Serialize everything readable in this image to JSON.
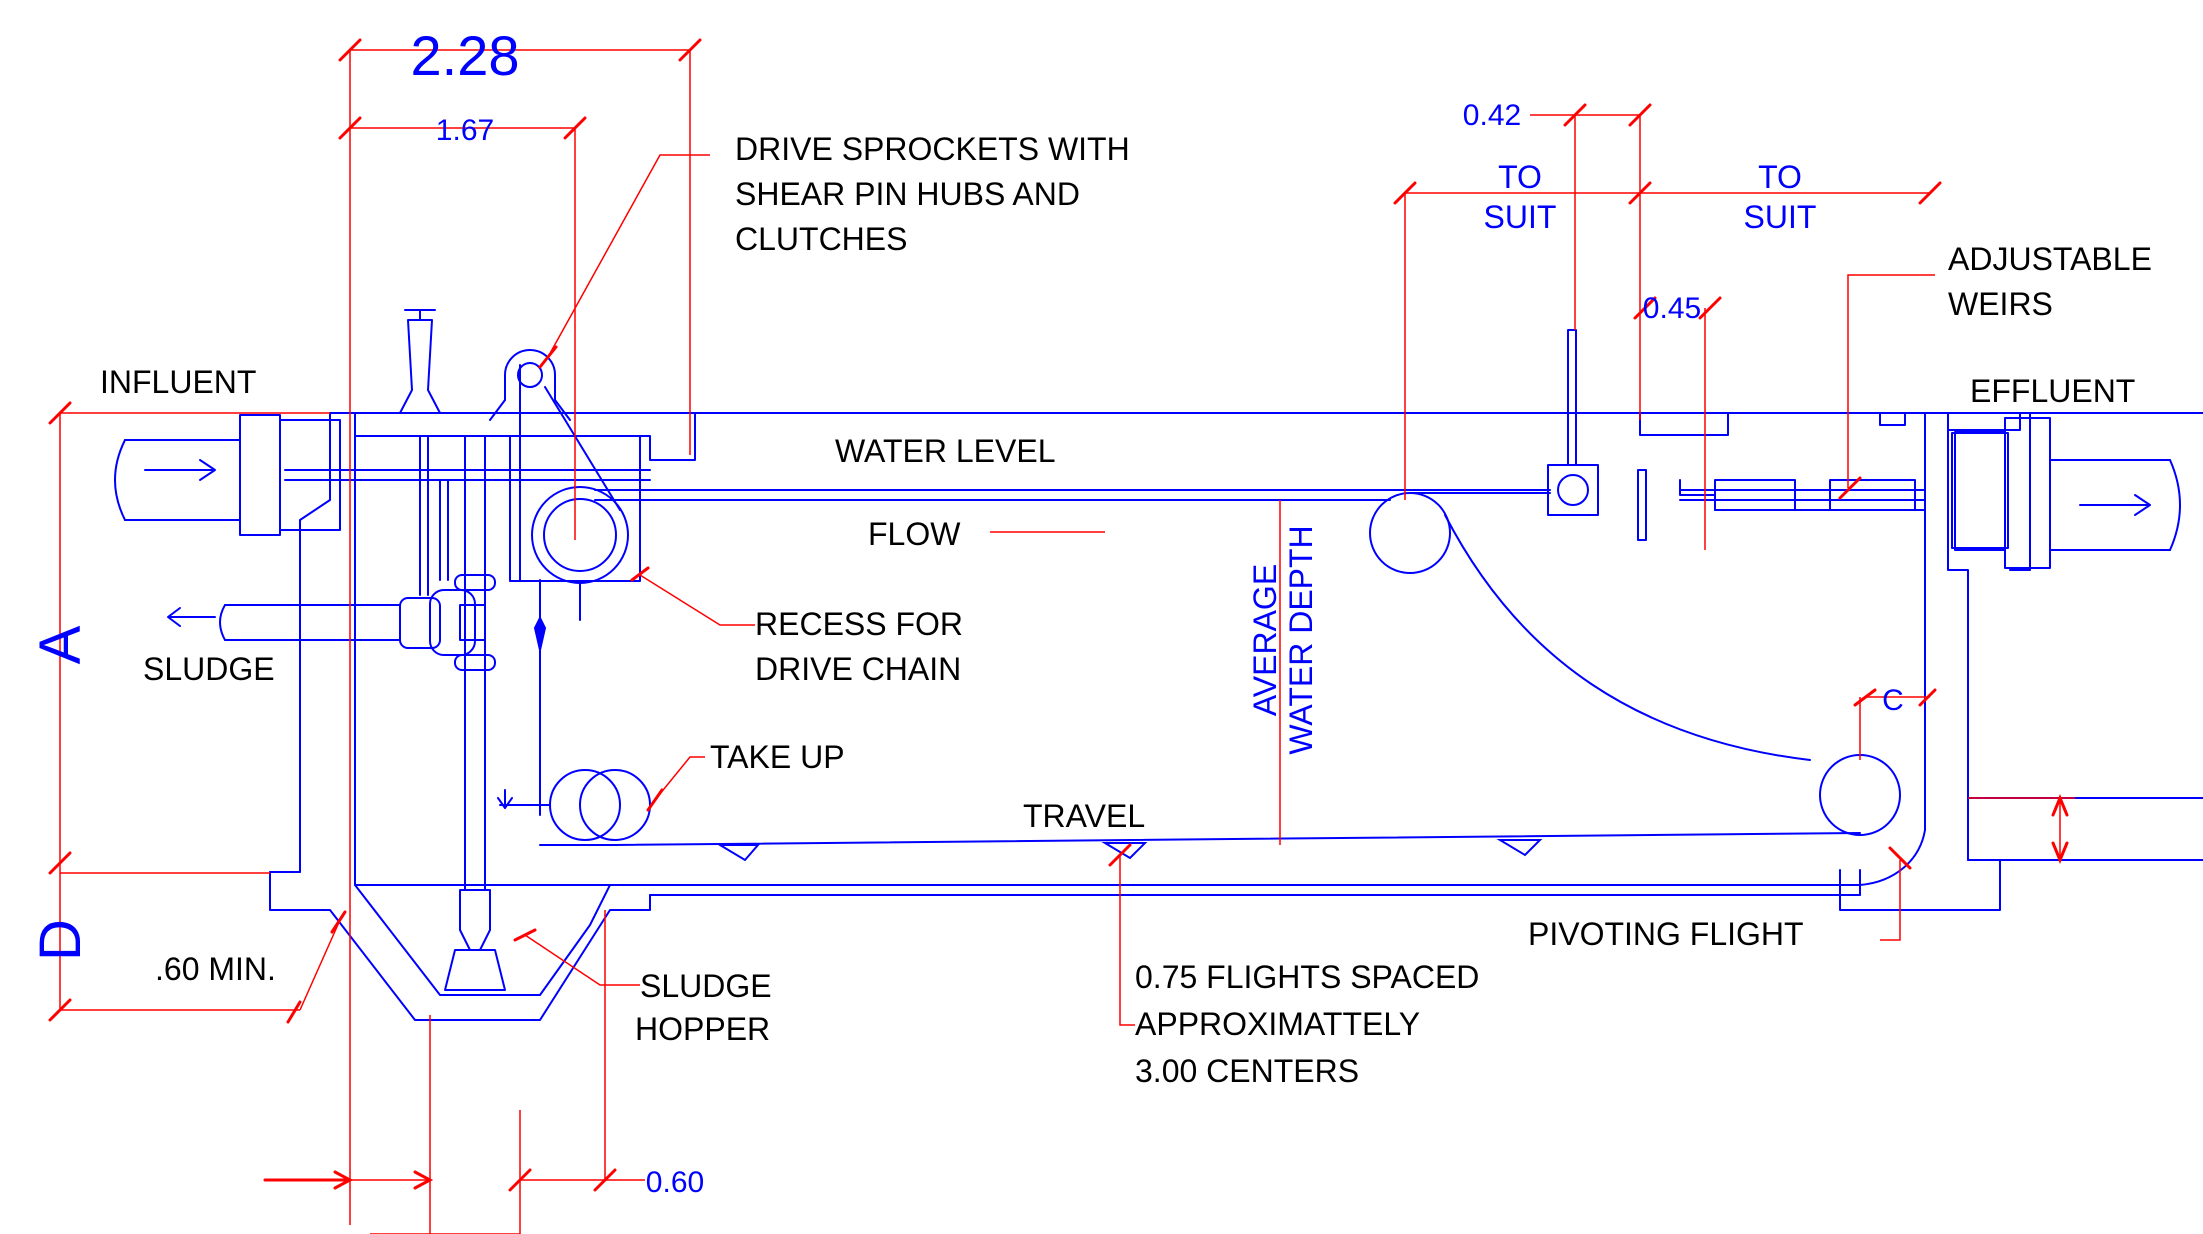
{
  "colors": {
    "structure": "#0000ff",
    "dimension": "#ff0000",
    "label": "#000000",
    "background": "#ffffff"
  },
  "dimensions": {
    "overall_width": "2.28",
    "sprocket_offset": "1.67",
    "weir_gap_top": "0.42",
    "weir_gap_mid": "0.45",
    "to_suit_left_1": "TO",
    "to_suit_left_2": "SUIT",
    "to_suit_right_1": "TO",
    "to_suit_right_2": "SUIT",
    "depth_a": "A",
    "depth_d": "D",
    "hopper_bottom": "0.60",
    "clearance_c": "C",
    "average_depth_1": "AVERAGE",
    "average_depth_2": "WATER DEPTH"
  },
  "labels": {
    "drive_1": "DRIVE SPROCKETS WITH",
    "drive_2": "SHEAR PIN HUBS AND",
    "drive_3": "CLUTCHES",
    "influent": "INFLUENT",
    "effluent": "EFFLUENT",
    "weirs_1": "ADJUSTABLE",
    "weirs_2": "WEIRS",
    "water_level": "WATER LEVEL",
    "flow": "FLOW",
    "sludge": "SLUDGE",
    "recess_1": "RECESS FOR",
    "recess_2": "DRIVE CHAIN",
    "take_up": "TAKE UP",
    "travel": "TRAVEL",
    "pivoting_flight": "PIVOTING FLIGHT",
    "min_depth": ".60 MIN.",
    "hopper_1": "SLUDGE",
    "hopper_2": "HOPPER",
    "flights_1": "0.75 FLIGHTS SPACED",
    "flights_2": "APPROXIMATTELY",
    "flights_3": "3.00 CENTERS"
  }
}
